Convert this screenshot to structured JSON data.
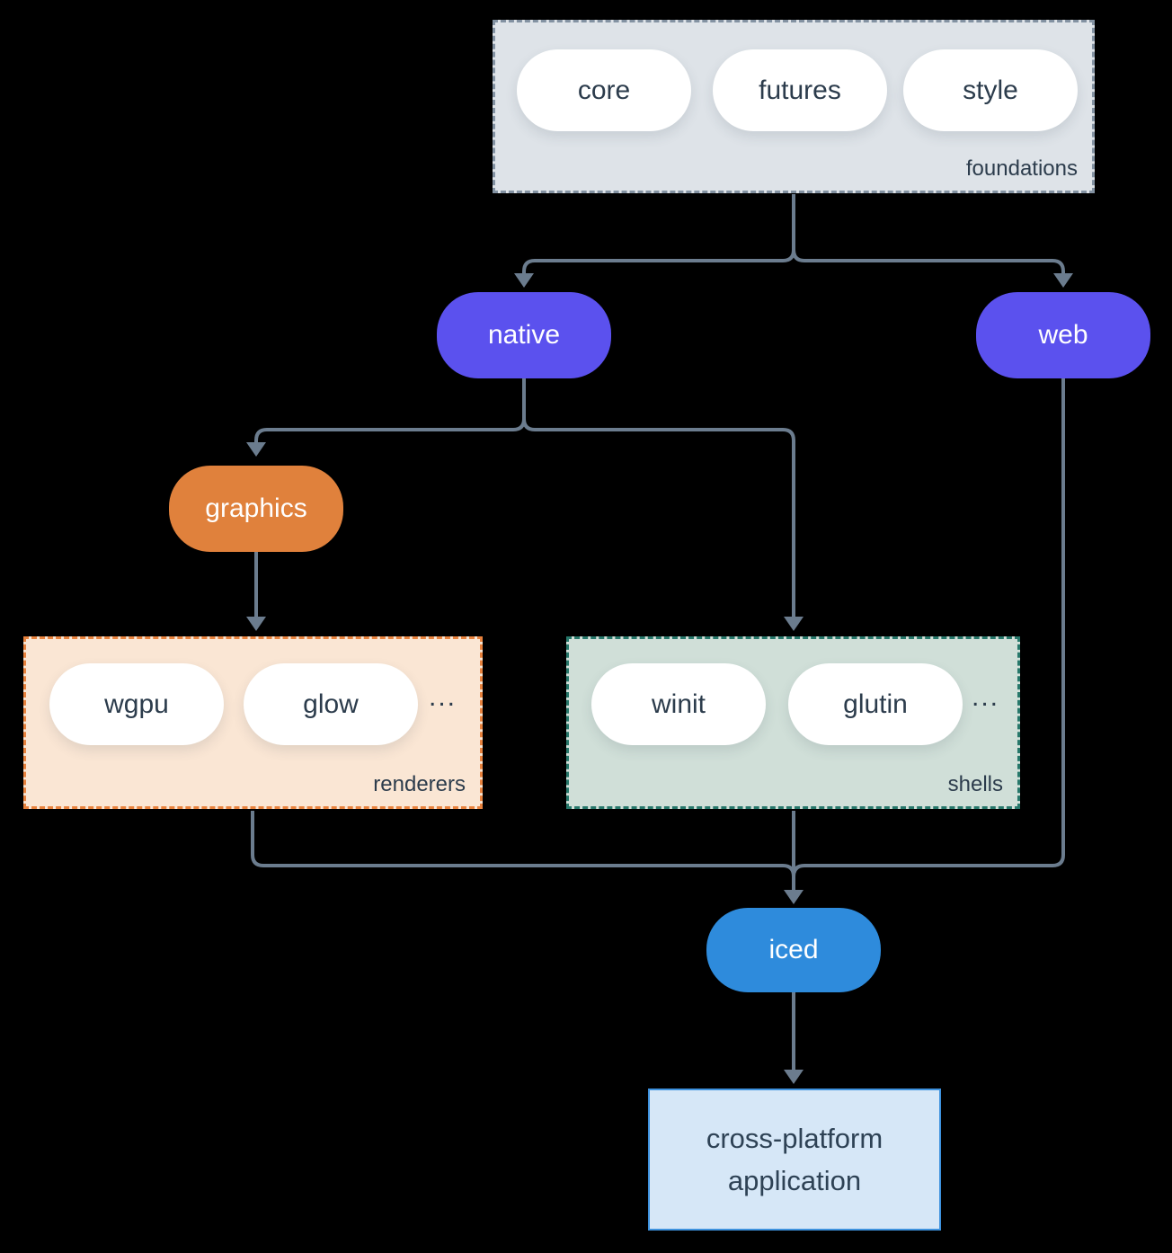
{
  "groups": {
    "foundations": {
      "label": "foundations",
      "pills": [
        "core",
        "futures",
        "style"
      ]
    },
    "renderers": {
      "label": "renderers",
      "pills": [
        "wgpu",
        "glow"
      ],
      "ellipsis": "..."
    },
    "shells": {
      "label": "shells",
      "pills": [
        "winit",
        "glutin"
      ],
      "ellipsis": "..."
    }
  },
  "nodes": {
    "native": "native",
    "web": "web",
    "graphics": "graphics",
    "iced": "iced",
    "application": "cross-platform application"
  },
  "colors": {
    "background": "#000000",
    "connector": "#6b7c8e",
    "foundations_fill": "#dee3e8",
    "foundations_border": "#8392a2",
    "renderers_fill": "#fae6d4",
    "renderers_border": "#e8823d",
    "shells_fill": "#d0dfd8",
    "shells_border": "#26776a",
    "pill_white": "#ffffff",
    "pill_purple": "#5b51ee",
    "pill_orange": "#e0813c",
    "pill_blue": "#2e8bdc",
    "app_fill": "#d6e7f7",
    "app_border": "#3e92de",
    "text_dark": "#2c3c4c"
  }
}
